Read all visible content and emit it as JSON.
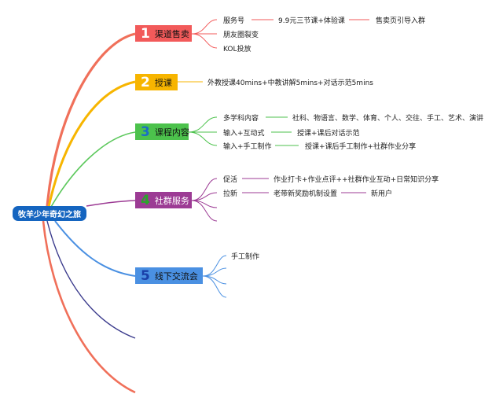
{
  "root": {
    "label": "牧羊少年奇幻之旅"
  },
  "branches": [
    {
      "num": "1",
      "label": "渠道售卖",
      "color": "#f25a5a",
      "num_color": "#ffffff",
      "children": [
        "服务号",
        "朋友圈裂变",
        "KOL投放"
      ],
      "sub": [
        "9.9元三节课+体验课",
        "售卖页引导入群"
      ]
    },
    {
      "num": "2",
      "label": "授课",
      "color": "#f7b500",
      "num_color": "#ffffff",
      "children": [
        "外教授课40mins+中教讲解5mins+对话示范5mins"
      ]
    },
    {
      "num": "3",
      "label": "课程内容",
      "color": "#4cc24c",
      "num_color": "#1a6fc4",
      "children": [
        "多学科内容",
        "输入+互动式",
        "输入+手工制作"
      ],
      "sub": [
        "社科、物语言、数学、体育、个人、交往、手工、艺术、演讲",
        "授课+课后对话示范",
        "授课+课后手工制作+社群作业分享"
      ]
    },
    {
      "num": "4",
      "label": "社群服务",
      "color": "#9c3b94",
      "num_color": "#2aa52a",
      "children": [
        "促活",
        "拉新"
      ],
      "sub": [
        "作业打卡+作业点评++社群作业互动+日常知识分享",
        "老带新奖励机制设置",
        "新用户"
      ]
    },
    {
      "num": "5",
      "label": "线下交流会",
      "color": "#4a90e2",
      "num_color": "#1a3fa8",
      "children": [
        "手工制作"
      ]
    }
  ]
}
